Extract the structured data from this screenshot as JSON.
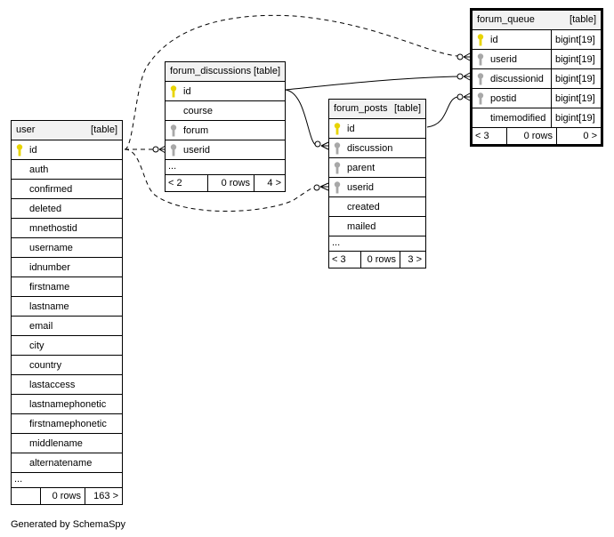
{
  "tables": {
    "user": {
      "name": "user",
      "type": "[table]",
      "columns": [
        {
          "name": "id",
          "key": "primary"
        },
        {
          "name": "auth"
        },
        {
          "name": "confirmed"
        },
        {
          "name": "deleted"
        },
        {
          "name": "mnethostid"
        },
        {
          "name": "username"
        },
        {
          "name": "idnumber"
        },
        {
          "name": "firstname"
        },
        {
          "name": "lastname"
        },
        {
          "name": "email"
        },
        {
          "name": "city"
        },
        {
          "name": "country"
        },
        {
          "name": "lastaccess"
        },
        {
          "name": "lastnamephonetic"
        },
        {
          "name": "firstnamephonetic"
        },
        {
          "name": "middlename"
        },
        {
          "name": "alternatename"
        }
      ],
      "ellipsis": "...",
      "footer": {
        "prev": "",
        "rows": "0 rows",
        "next": "163 >"
      }
    },
    "forum_discussions": {
      "name": "forum_discussions",
      "type": "[table]",
      "columns": [
        {
          "name": "id",
          "key": "primary"
        },
        {
          "name": "course"
        },
        {
          "name": "forum",
          "key": "foreign"
        },
        {
          "name": "userid",
          "key": "foreign"
        }
      ],
      "ellipsis": "...",
      "footer": {
        "prev": "< 2",
        "rows": "0 rows",
        "next": "4 >"
      }
    },
    "forum_posts": {
      "name": "forum_posts",
      "type": "[table]",
      "columns": [
        {
          "name": "id",
          "key": "primary"
        },
        {
          "name": "discussion",
          "key": "foreign"
        },
        {
          "name": "parent",
          "key": "foreign"
        },
        {
          "name": "userid",
          "key": "foreign"
        },
        {
          "name": "created"
        },
        {
          "name": "mailed"
        }
      ],
      "ellipsis": "...",
      "footer": {
        "prev": "< 3",
        "rows": "0 rows",
        "next": "3 >"
      }
    },
    "forum_queue": {
      "name": "forum_queue",
      "type": "[table]",
      "columns": [
        {
          "name": "id",
          "key": "primary",
          "type": "bigint[19]"
        },
        {
          "name": "userid",
          "key": "foreign",
          "type": "bigint[19]"
        },
        {
          "name": "discussionid",
          "key": "foreign",
          "type": "bigint[19]"
        },
        {
          "name": "postid",
          "key": "foreign",
          "type": "bigint[19]"
        },
        {
          "name": "timemodified",
          "type": "bigint[19]"
        }
      ],
      "footer": {
        "prev": "< 3",
        "rows": "0 rows",
        "next": "0 >"
      }
    }
  },
  "colors": {
    "primary_key": "#e8d400",
    "foreign_key": "#a8a8a8",
    "header_bg": "#f2f2f2"
  },
  "generated_by": "Generated by SchemaSpy"
}
